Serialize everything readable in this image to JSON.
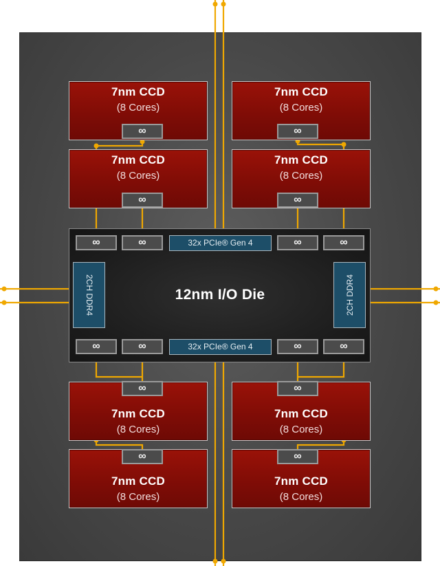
{
  "colors": {
    "wire": "#f0a800",
    "ccd": "#8a0f06",
    "io_die": "#1c1c1c",
    "package": "#4a4a4a",
    "pcie": "#1d4e68"
  },
  "ccds": [
    {
      "title": "7nm CCD",
      "subtitle": "(8 Cores)"
    },
    {
      "title": "7nm CCD",
      "subtitle": "(8 Cores)"
    },
    {
      "title": "7nm CCD",
      "subtitle": "(8 Cores)"
    },
    {
      "title": "7nm CCD",
      "subtitle": "(8 Cores)"
    },
    {
      "title": "7nm CCD",
      "subtitle": "(8 Cores)"
    },
    {
      "title": "7nm CCD",
      "subtitle": "(8 Cores)"
    },
    {
      "title": "7nm CCD",
      "subtitle": "(8 Cores)"
    },
    {
      "title": "7nm CCD",
      "subtitle": "(8 Cores)"
    }
  ],
  "io_die": {
    "title": "12nm I/O Die",
    "pcie_top": "32x PCIe® Gen 4",
    "pcie_bottom": "32x PCIe® Gen 4",
    "ddr_left": "2CH DDR4",
    "ddr_right": "2CH DDR4"
  },
  "infinity_symbol": "∞"
}
